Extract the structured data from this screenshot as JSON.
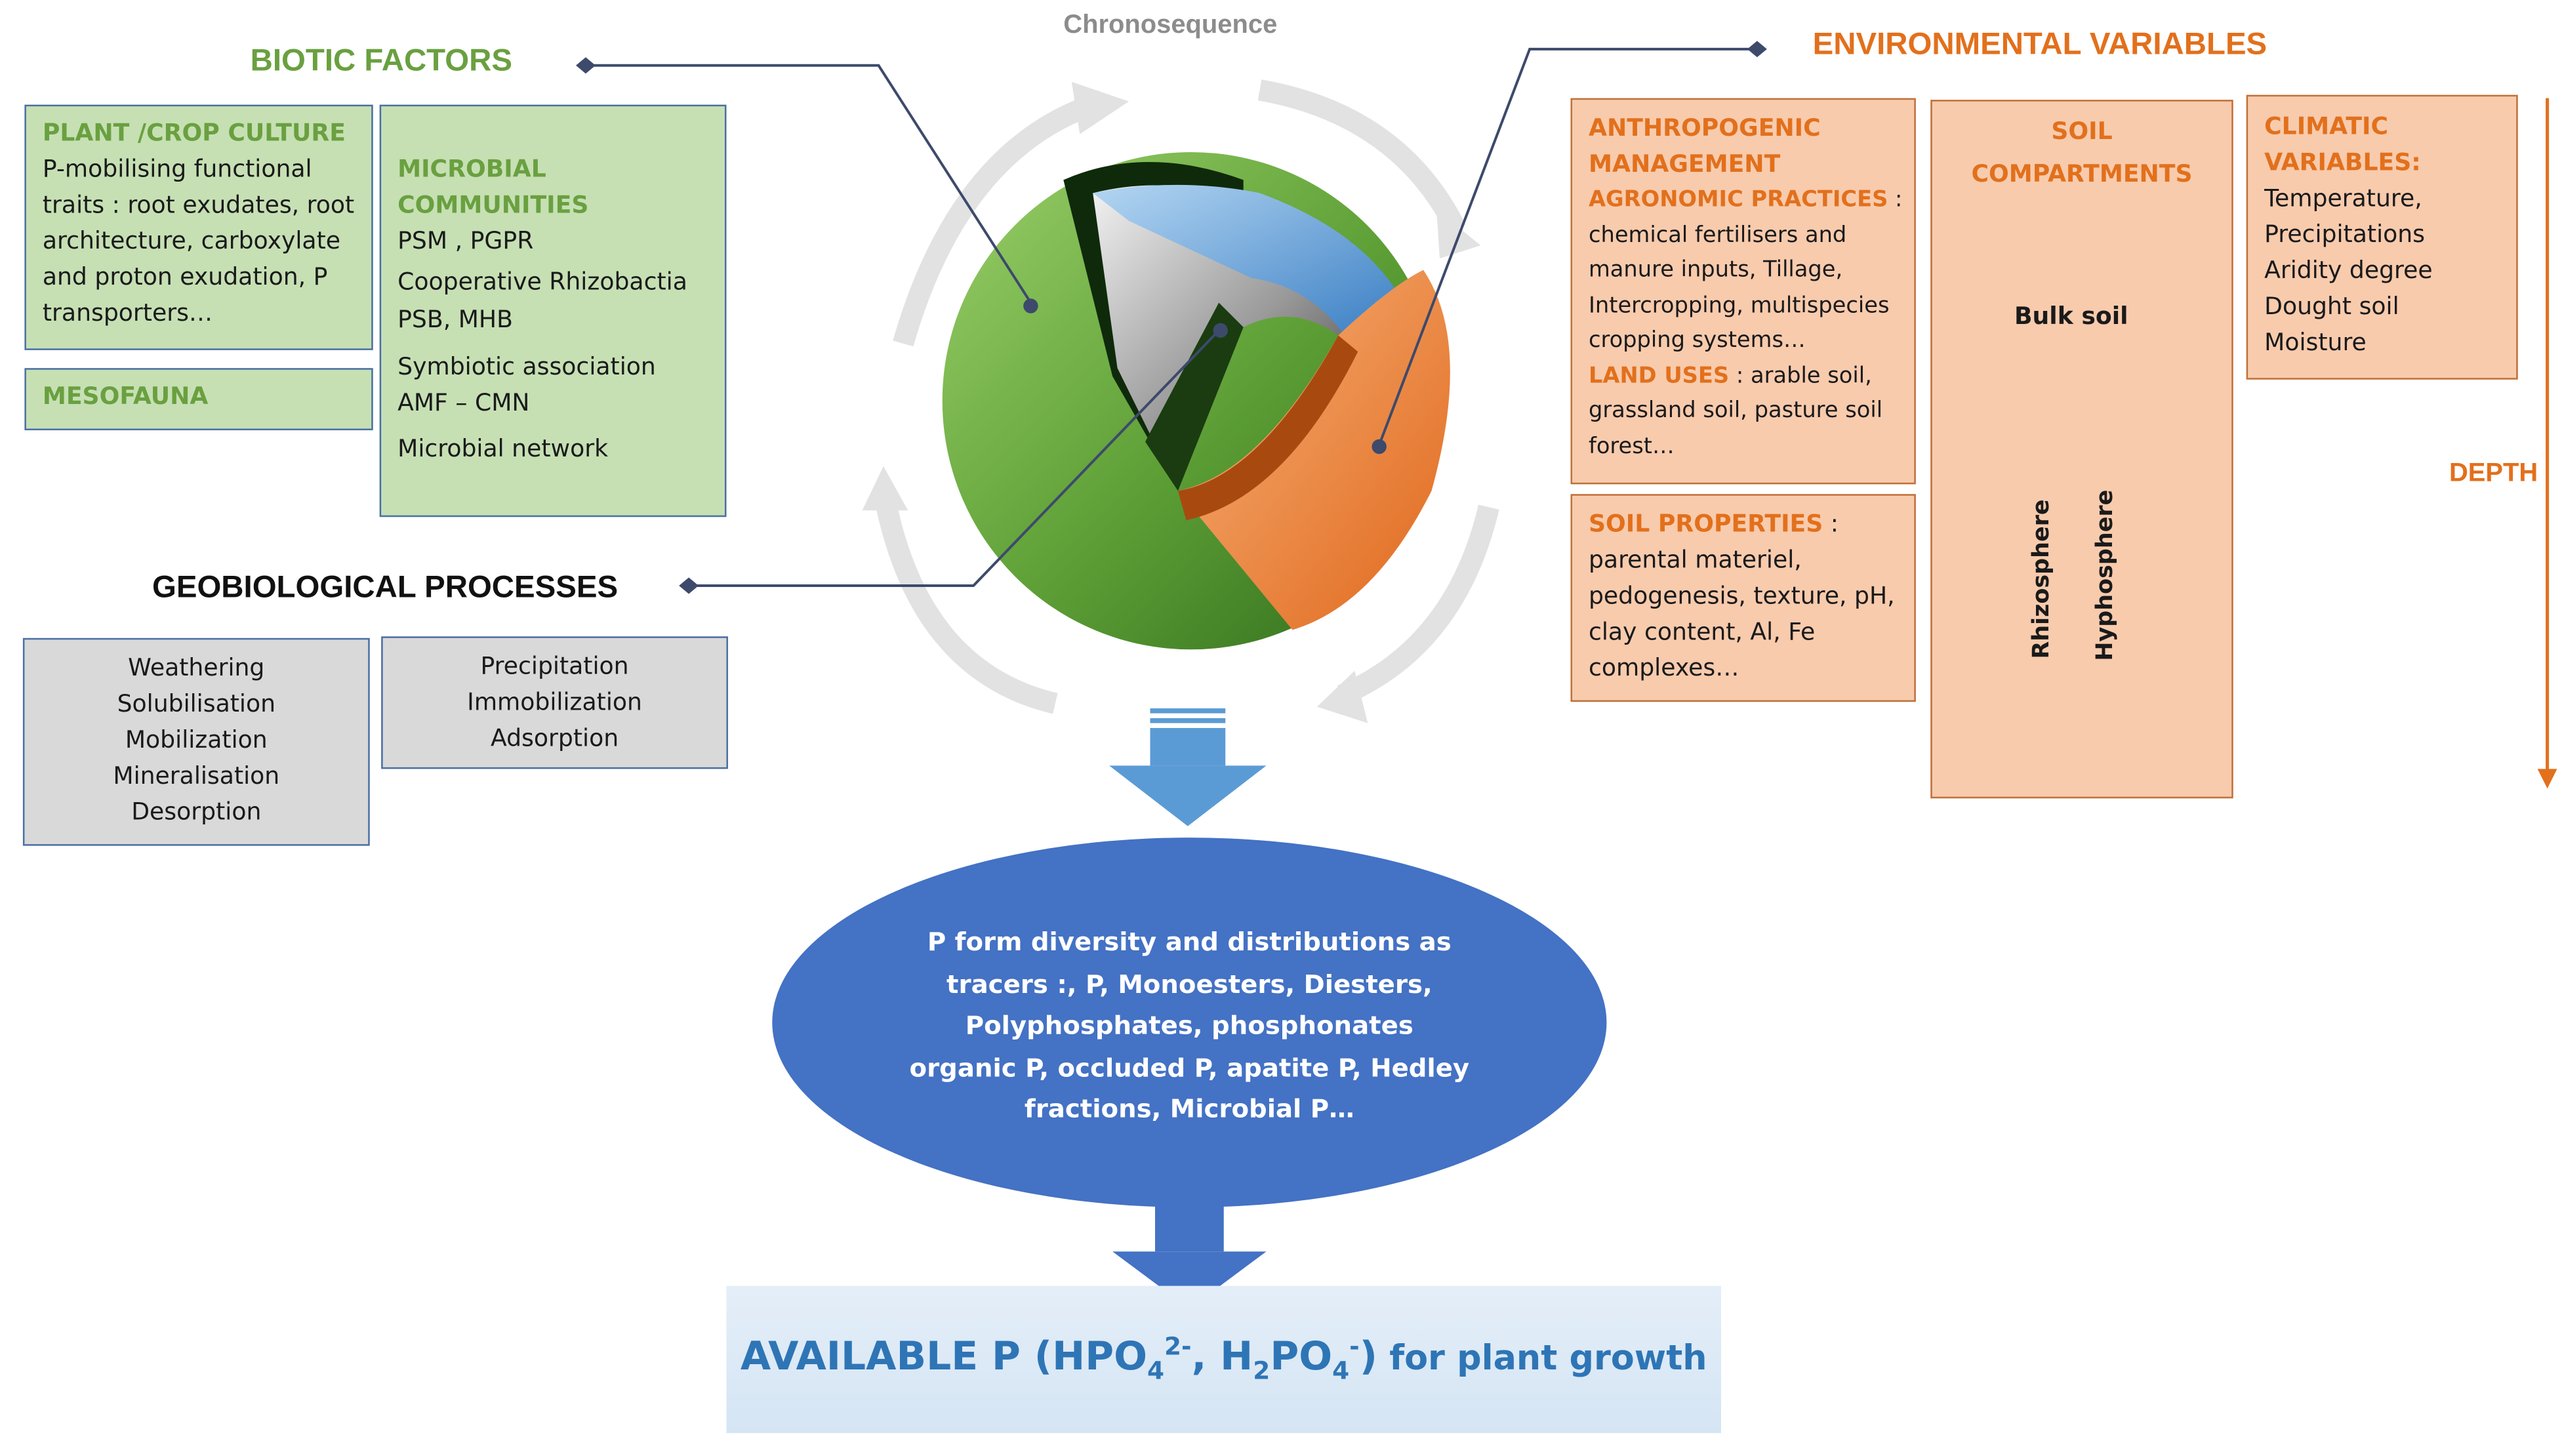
{
  "chronosequence": "Chronosequence",
  "biotic": {
    "title": "BIOTIC FACTORS",
    "plant_heading": "PLANT /CROP CULTURE",
    "plant_lines": [
      "P-mobilising functional",
      "traits : root exudates, root",
      "architecture, carboxylate",
      "and proton exudation, P",
      "transporters…"
    ],
    "mesofauna": "MESOFAUNA",
    "microbial_heading_1": "MICROBIAL",
    "microbial_heading_2": "COMMUNITIES",
    "microbial_lines": [
      "PSM , PGPR",
      "Cooperative Rhizobactia",
      "PSB, MHB",
      "Symbiotic association",
      "AMF – CMN",
      "Microbial network"
    ]
  },
  "geo": {
    "title": "GEOBIOLOGICAL PROCESSES",
    "left_lines": [
      "Weathering",
      "Solubilisation",
      "Mobilization",
      "Mineralisation",
      "Desorption"
    ],
    "right_lines": [
      "Precipitation",
      "Immobilization",
      "Adsorption"
    ]
  },
  "env": {
    "title": "ENVIRONMENTAL VARIABLES",
    "anthro_heading_1": "ANTHROPOGENIC",
    "anthro_heading_2": "MANAGEMENT",
    "agro_label": "AGRONOMIC PRACTICES",
    "agro_colon": " :",
    "agro_lines": [
      "chemical fertilisers and",
      "manure inputs, Tillage,",
      "Intercropping, multispecies",
      "cropping systems…"
    ],
    "land_label": "LAND USES",
    "land_first": " : arable soil,",
    "land_lines": [
      "grassland soil, pasture soil",
      "forest…"
    ],
    "soilprop_label": "SOIL PROPERTIES",
    "soilprop_colon": " :",
    "soilprop_lines": [
      "parental materiel,",
      "pedogenesis, texture, pH,",
      "clay content, Al, Fe",
      "complexes…"
    ],
    "soilcomp_heading_1": "SOIL",
    "soilcomp_heading_2": "COMPARTMENTS",
    "bulk_soil": "Bulk soil",
    "rhizosphere": "Rhizosphere",
    "hyphosphere": "Hyphosphere",
    "climatic_heading_1": "CLIMATIC",
    "climatic_heading_2": "VARIABLES:",
    "climatic_lines": [
      "Temperature,",
      "Precipitations",
      "Aridity degree",
      "Dought soil",
      "Moisture"
    ],
    "depth": "DEPTH"
  },
  "ellipse_lines": [
    "P form diversity and distributions as",
    "tracers :, P, Monoesters, Diesters,",
    "Polyphosphates, phosphonates",
    "organic P, occluded P, apatite P, Hedley",
    "fractions, Microbial P…"
  ],
  "available": {
    "prefix": "AVAILABLE P (HPO",
    "sub1": "4",
    "sup1": "2-",
    "mid": ", H",
    "sub2": "2",
    "po": "PO",
    "sub3": "4",
    "sup2": "-",
    "close": ")",
    "suffix": " for plant growth"
  },
  "colors": {
    "green_title": "#6aa040",
    "orange_title": "#e2701c",
    "green_box": "#c6e0b4",
    "grey_box": "#d9d9d9",
    "salmon_box": "#f8cbad",
    "ellipse": "#4472c4",
    "arrow": "#5b9bd5",
    "available_bg": "#deebf7",
    "available_text": "#2e75b6"
  }
}
